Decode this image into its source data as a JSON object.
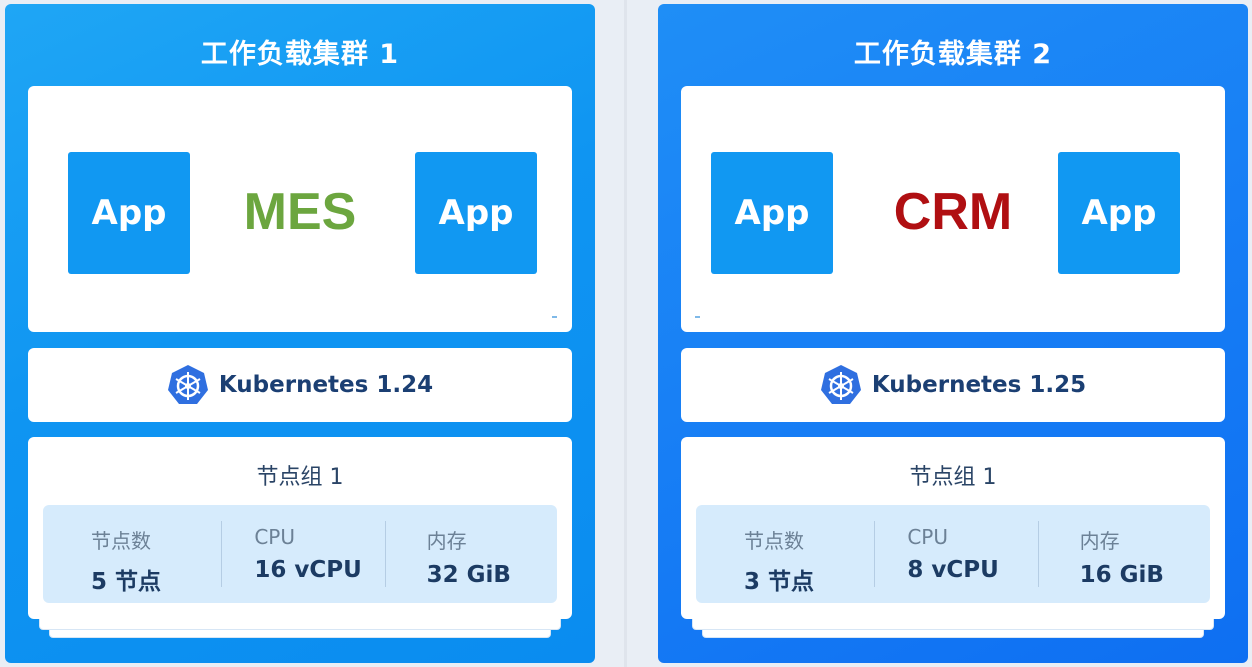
{
  "clusters": [
    {
      "title": "工作负载集群 1",
      "apps": [
        "App",
        "App"
      ],
      "name": "MES",
      "name_color": "#6ca63f",
      "kubernetes": "Kubernetes 1.24",
      "node_group": {
        "title": "节点组 1",
        "stats": [
          {
            "label": "节点数",
            "value": "5 节点"
          },
          {
            "label": "CPU",
            "value": "16 vCPU"
          },
          {
            "label": "内存",
            "value": "32 GiB"
          }
        ]
      }
    },
    {
      "title": "工作负载集群 2",
      "apps": [
        "App",
        "App"
      ],
      "name": "CRM",
      "name_color": "#b00f12",
      "kubernetes": "Kubernetes 1.25",
      "node_group": {
        "title": "节点组 1",
        "stats": [
          {
            "label": "节点数",
            "value": "3 节点"
          },
          {
            "label": "CPU",
            "value": "8 vCPU"
          },
          {
            "label": "内存",
            "value": "16 GiB"
          }
        ]
      }
    }
  ],
  "icons": {
    "kubernetes": "kubernetes-helm-icon"
  },
  "colors": {
    "cluster_blue": "#0f95f2",
    "app_box": "#1198f2",
    "stats_bg": "#d6ebfc"
  }
}
